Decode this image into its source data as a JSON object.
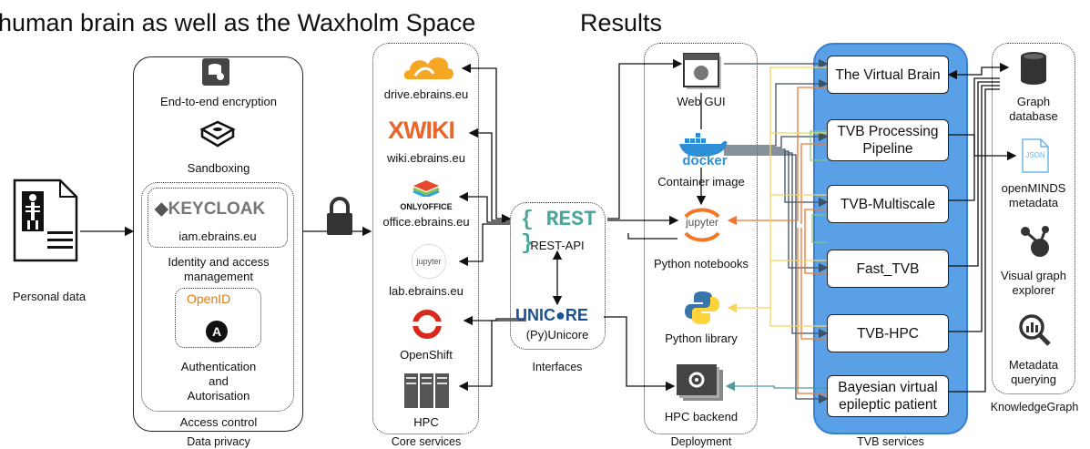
{
  "headers": {
    "left": "human brain as well as the Waxholm Space",
    "right": "Results"
  },
  "personal": {
    "label": "Personal data"
  },
  "privacy": {
    "encryption": "End-to-end encryption",
    "sandboxing": "Sandboxing",
    "keycloak_logo": "KEYCLOAK",
    "iam": "iam.ebrains.eu",
    "identity_line1": "Identity and access",
    "identity_line2": "management",
    "openid_logo": "OpenID",
    "auth_line1": "Authentication",
    "auth_line2": "and",
    "auth_line3": "Autorisation",
    "access_control": "Access control",
    "caption": "Data privacy"
  },
  "core": {
    "drive": "drive.ebrains.eu",
    "wiki_logo": "XWIKI",
    "wiki": "wiki.ebrains.eu",
    "onlyoffice_logo": "ONLYOFFICE",
    "office": "office.ebrains.eu",
    "jupyter_small": "jupyter",
    "lab": "lab.ebrains.eu",
    "openshift": "OpenShift",
    "hpc": "HPC",
    "caption": "Core services"
  },
  "interfaces": {
    "rest_logo": "{ REST }",
    "rest": "REST-API",
    "unicore_logo": "UNIC●RE",
    "unicore": "(Py)Unicore",
    "caption": "Interfaces"
  },
  "deployment": {
    "webgui": "Web GUI",
    "docker_logo": "docker",
    "container": "Container image",
    "jupyter_logo": "jupyter",
    "notebooks": "Python notebooks",
    "pylib": "Python library",
    "hpcback": "HPC backend",
    "caption": "Deployment"
  },
  "tvb": {
    "items": [
      {
        "line1": "The Virtual Brain",
        "line2": ""
      },
      {
        "line1": "TVB Processing",
        "line2": "Pipeline"
      },
      {
        "line1": "TVB-Multiscale",
        "line2": ""
      },
      {
        "line1": "Fast_TVB",
        "line2": ""
      },
      {
        "line1": "TVB-HPC",
        "line2": ""
      },
      {
        "line1": "Bayesian virtual",
        "line2": "epileptic patient"
      }
    ],
    "caption": "TVB services"
  },
  "kg": {
    "graph_db_1": "Graph",
    "graph_db_2": "database",
    "json_icon": "JSON",
    "openminds_1": "openMINDS",
    "openminds_2": "metadata",
    "visual_1": "Visual graph",
    "visual_2": "explorer",
    "meta_1": "Metadata",
    "meta_2": "querying",
    "caption": "KnowledgeGraph"
  },
  "colors": {
    "tvb_bg": "#5aa0e6",
    "arrow_orange": "#ee7733",
    "arrow_yellow": "#f5d55a",
    "arrow_teal": "#4f9c9c",
    "arrow_green": "#7fc97f",
    "arrow_dark": "#3d4f60"
  }
}
